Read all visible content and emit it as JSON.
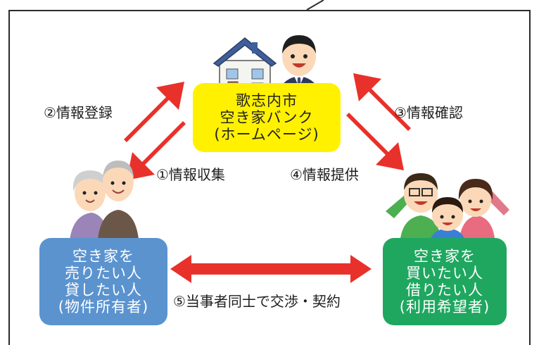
{
  "center_box": {
    "lines": [
      "歌志内市",
      "空き家バンク",
      "(ホームページ)"
    ]
  },
  "left_box": {
    "lines": [
      "空き家を",
      "売りたい人",
      "貸したい人",
      "(物件所有者)"
    ]
  },
  "right_box": {
    "lines": [
      "空き家を",
      "買いたい人",
      "借りたい人",
      "(利用希望者)"
    ]
  },
  "steps": {
    "collect": "①情報収集",
    "register": "②情報登録",
    "confirm": "③情報確認",
    "provide": "④情報提供",
    "negotiate": "⑤当事者同士で交渉・契約"
  },
  "colors": {
    "arrow": "#e8312a",
    "center_box": "#fff100",
    "left_box": "#5b93cf",
    "right_box": "#1fa760"
  },
  "icons": [
    "house-icon",
    "staff-icon",
    "elderly-couple-icon",
    "family-icon"
  ]
}
